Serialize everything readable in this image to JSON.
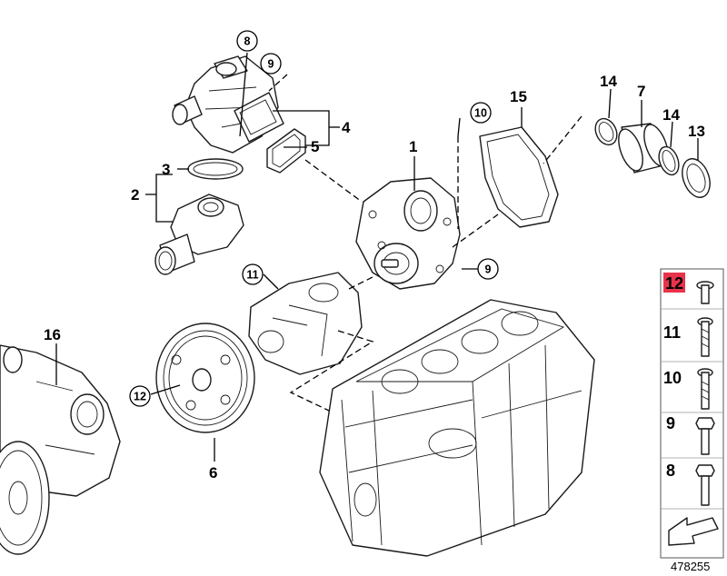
{
  "callouts": {
    "n1": "1",
    "n2": "2",
    "n3": "3",
    "n4": "4",
    "n5": "5",
    "n6": "6",
    "n7": "7",
    "n13": "13",
    "n14a": "14",
    "n14b": "14",
    "n15": "15",
    "n16": "16",
    "c8": "8",
    "c9a": "9",
    "c9b": "9",
    "c10": "10",
    "c11": "11",
    "c12": "12"
  },
  "legend": {
    "items": [
      "12",
      "11",
      "10",
      "9",
      "8"
    ],
    "highlighted": "12",
    "highlight_color": "#e8334a"
  },
  "document_id": "478255"
}
